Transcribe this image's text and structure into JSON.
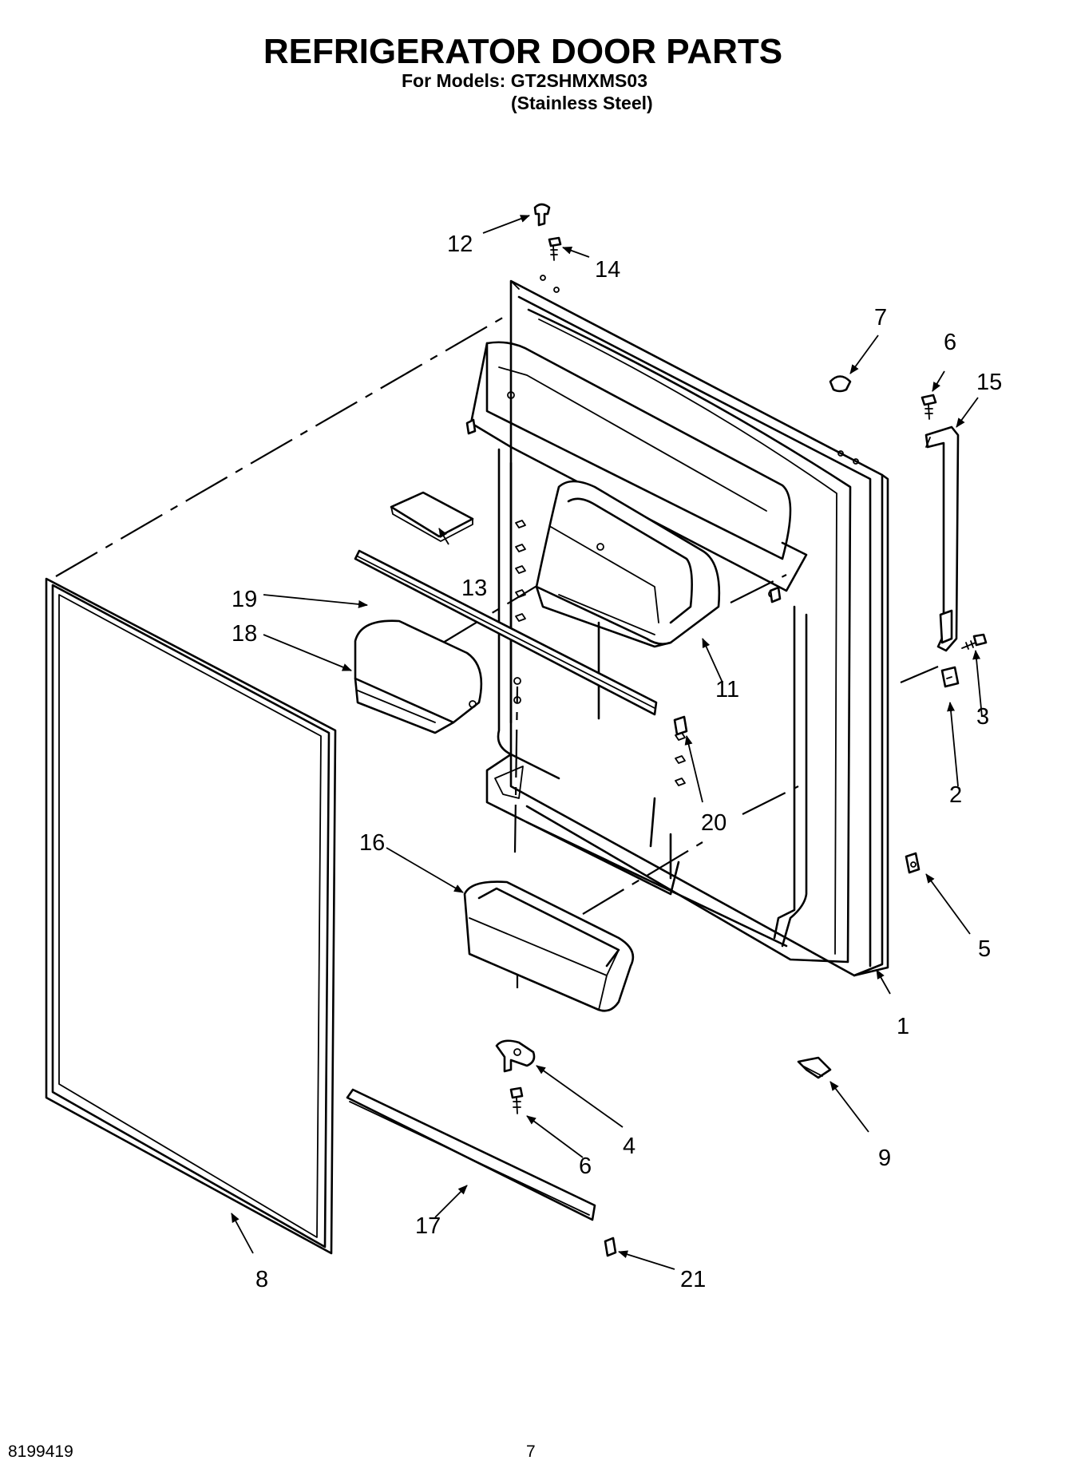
{
  "header": {
    "title": "REFRIGERATOR DOOR PARTS",
    "models_line": "For Models: GT2SHMXMS03",
    "finish_line": "(Stainless Steel)"
  },
  "footer": {
    "doc_number": "8199419",
    "page_number": "7"
  },
  "callouts": {
    "c1": "1",
    "c2": "2",
    "c3": "3",
    "c4": "4",
    "c5": "5",
    "c6a": "6",
    "c6b": "6",
    "c7": "7",
    "c8": "8",
    "c9": "9",
    "c11": "11",
    "c12": "12",
    "c13": "13",
    "c14": "14",
    "c15": "15",
    "c16": "16",
    "c17": "17",
    "c18": "18",
    "c19": "19",
    "c20": "20",
    "c21": "21"
  }
}
